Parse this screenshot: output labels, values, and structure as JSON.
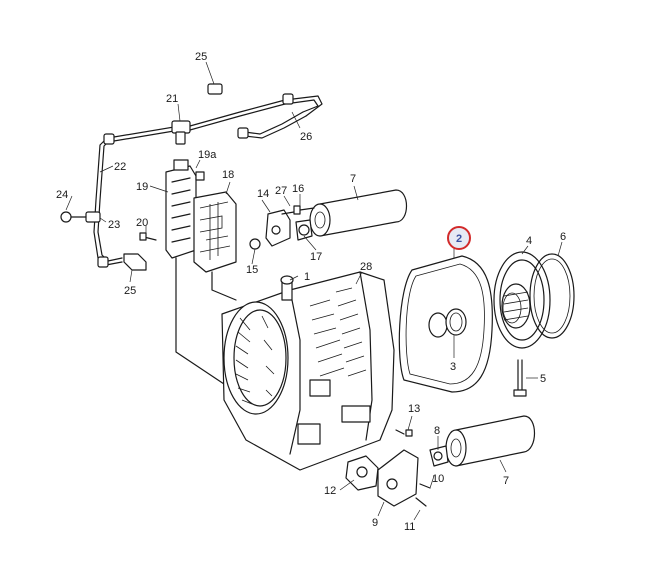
{
  "highlight": {
    "label": "2",
    "color": "#d22a2a"
  },
  "callouts": [
    {
      "key": "c1",
      "label": "1"
    },
    {
      "key": "c3",
      "label": "3"
    },
    {
      "key": "c4",
      "label": "4"
    },
    {
      "key": "c5",
      "label": "5"
    },
    {
      "key": "c6",
      "label": "6"
    },
    {
      "key": "c7a",
      "label": "7"
    },
    {
      "key": "c7b",
      "label": "7"
    },
    {
      "key": "c8",
      "label": "8"
    },
    {
      "key": "c9",
      "label": "9"
    },
    {
      "key": "c10",
      "label": "10"
    },
    {
      "key": "c11",
      "label": "11"
    },
    {
      "key": "c12",
      "label": "12"
    },
    {
      "key": "c13",
      "label": "13"
    },
    {
      "key": "c14",
      "label": "14"
    },
    {
      "key": "c15",
      "label": "15"
    },
    {
      "key": "c16",
      "label": "16"
    },
    {
      "key": "c17",
      "label": "17"
    },
    {
      "key": "c18",
      "label": "18"
    },
    {
      "key": "c19",
      "label": "19"
    },
    {
      "key": "c19a",
      "label": "19a"
    },
    {
      "key": "c20",
      "label": "20"
    },
    {
      "key": "c21",
      "label": "21"
    },
    {
      "key": "c22",
      "label": "22"
    },
    {
      "key": "c23",
      "label": "23"
    },
    {
      "key": "c24",
      "label": "24"
    },
    {
      "key": "c25a",
      "label": "25"
    },
    {
      "key": "c25b",
      "label": "25"
    },
    {
      "key": "c26",
      "label": "26"
    },
    {
      "key": "c27",
      "label": "27"
    },
    {
      "key": "c28",
      "label": "28"
    }
  ]
}
